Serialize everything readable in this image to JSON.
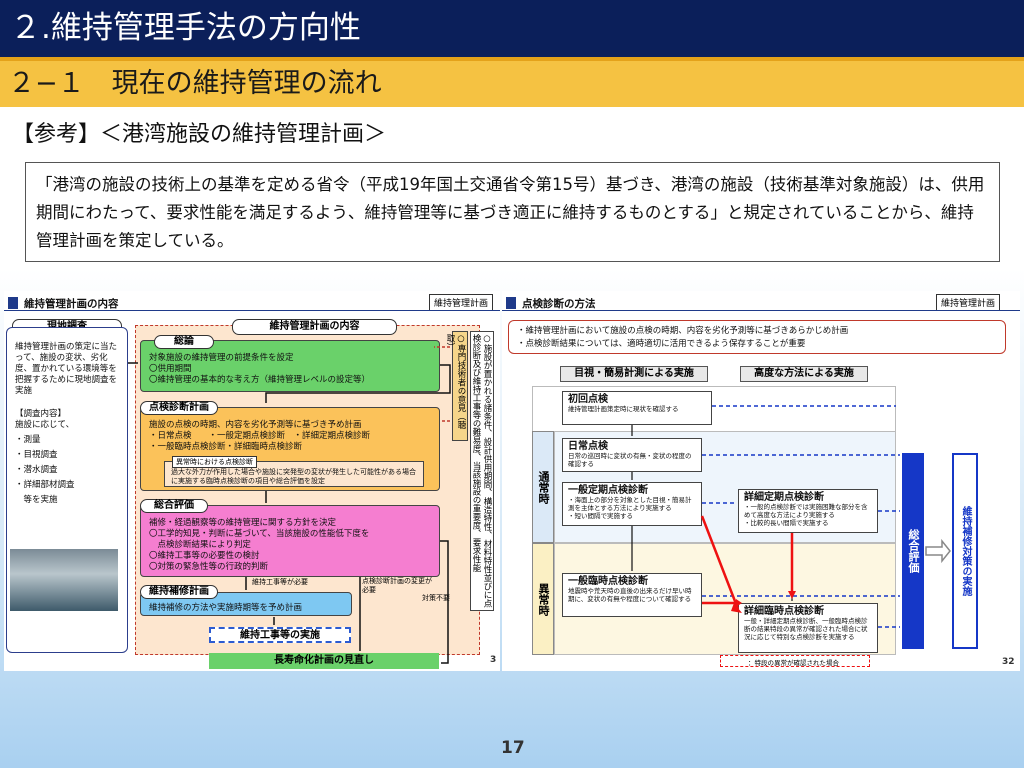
{
  "header": {
    "title": "２.維持管理手法の方向性",
    "subtitle": "２−１　現在の維持管理の流れ"
  },
  "reference": "【参考】＜港湾施設の維持管理計画＞",
  "quote": "「港湾の施設の技術上の基準を定める省令（平成19年国土交通省令第15号）基づき、港湾の施設（技術基準対象施設）は、供用期間にわたって、要求性能を満足するよう、維持管理等に基づき適正に維持するものとする」と規定されていることから、維持管理計画を策定している。",
  "left_panel": {
    "header": "維持管理計画の内容",
    "tag": "維持管理計画",
    "page": "3",
    "survey": {
      "title": "現地調査",
      "body": "維持管理計画の策定に当たって、施設の変状、劣化度、置かれている環境等を把握するために現地調査を実施",
      "items_title": "【調査内容】",
      "items": [
        "施設に応じて、",
        "・測量",
        "・目視調査",
        "・潜水調査",
        "・詳細部材調査",
        "　等を実施"
      ]
    },
    "plan_title": "維持管理計画の内容",
    "side_note": "○施設が置かれる諸条件、設計供用期間、構造特性、材料特性並びに点検診断及び維持工事等の難易度、当該施設の重要度、要求性能",
    "side_note2": "○専門技術者の意見（聴取）",
    "general": {
      "title": "総論",
      "lines": [
        "対象施設の維持管理の前提条件を設定",
        "〇供用期間",
        "〇維持管理の基本的な考え方（維持管理レベルの設定等）"
      ]
    },
    "inspection": {
      "title": "点検診断計画",
      "lines": [
        "施設の点検の時期、内容を劣化予測等に基づき予め計画",
        "・日常点検　　・一般定期点検診断　・詳細定期点検診断",
        "・一般臨時点検診断・詳細臨時点検診断"
      ],
      "sub_title": "異常時における点検診断",
      "sub_text": "過大な外力が作用した場合や施設に突発型の変状が発生した可能性がある場合に実施する臨時点検診断の項目や総合評価を設定"
    },
    "evaluation": {
      "title": "総合評価",
      "lines": [
        "補修・経過観察等の維持管理に関する方針を決定",
        "〇工学的知見・判断に基づいて、当該施設の性能低下度を",
        "　点検診断結果により判定",
        "〇維持工事等の必要性の検討",
        "〇対策の緊急性等の行政的判断"
      ]
    },
    "repair": {
      "title": "維持補修計画",
      "text": "維持補修の方法や実施時期等を予め計画"
    },
    "notes": {
      "need": "維持工事等が必要",
      "change": "点検診断計画の変更が必要",
      "need2": "対策不要"
    },
    "works": "維持工事等の実施",
    "review": "長寿命化計画の見直し"
  },
  "right_panel": {
    "header": "点検診断の方法",
    "tag": "維持管理計画",
    "page": "32",
    "bullets": [
      "・維持管理計画において施設の点検の時期、内容を劣化予測等に基づきあらかじめ計画",
      "・点検診断結果については、適時適切に活用できるよう保存することが重要"
    ],
    "col_visual": "目視・簡易計測による実施",
    "col_advanced": "高度な方法による実施",
    "normal": "通常時",
    "abnormal": "異常時",
    "initial": {
      "title": "初回点検",
      "text": "維持管理計画策定時に現状を確認する"
    },
    "daily": {
      "title": "日常点検",
      "text": "日常の巡回時に変状の有無・変状の程度の確認する"
    },
    "general_periodic": {
      "title": "一般定期点検診断",
      "text": "・海面上の部分を対象とした目視・簡易計測を主体とする方法により実施する\n・短い間隔で実施する"
    },
    "detailed_periodic": {
      "title": "詳細定期点検診断",
      "text": "・一般的点検診断では実施困難な部分を含めて高度な方法により実施する\n・比較的長い間隔で実施する"
    },
    "general_temp": {
      "title": "一般臨時点検診断",
      "text": "地震時や荒天時の直後の出来るだけ早い時期に、変状の有無や程度について確認する"
    },
    "detailed_temp": {
      "title": "詳細臨時点検診断",
      "text": "一般・詳細定期点検診断、一般臨時点検診断の結果特段の異常が確認された場合に状況に応じて特別な点検診断を実施する"
    },
    "overall": "総合評価",
    "repair": "維持補修対策の実施",
    "legend": "：特段の異常が確認された場合"
  },
  "page_number": "17"
}
